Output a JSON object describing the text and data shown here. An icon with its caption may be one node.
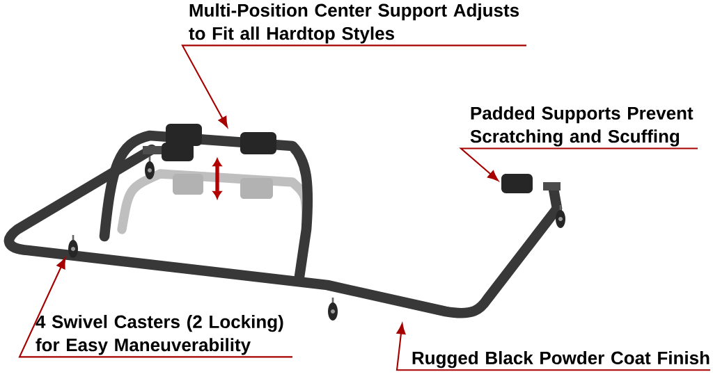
{
  "diagram": {
    "nodes": [
      {
        "text": [
          "Multi-Position Center Support Adjusts to Fit all Hardtop Styles"
        ]
      },
      {
        "text": [
          "Padded Supports Prevent Scratching and Scuffing"
        ]
      },
      {
        "text": [
          "4 Swivel Casters (2 Locking) for Easy Maneuverability"
        ]
      },
      {
        "text": [
          "Rugged Black Powder Coat Finish"
        ]
      }
    ],
    "edges": [
      {
        "from": 0,
        "to": null,
        "arrow": "to"
      },
      {
        "from": 1,
        "to": null,
        "arrow": "to"
      },
      {
        "from": 2,
        "to": null,
        "arrow": "to"
      },
      {
        "from": 3,
        "to": null,
        "arrow": "to"
      }
    ]
  }
}
